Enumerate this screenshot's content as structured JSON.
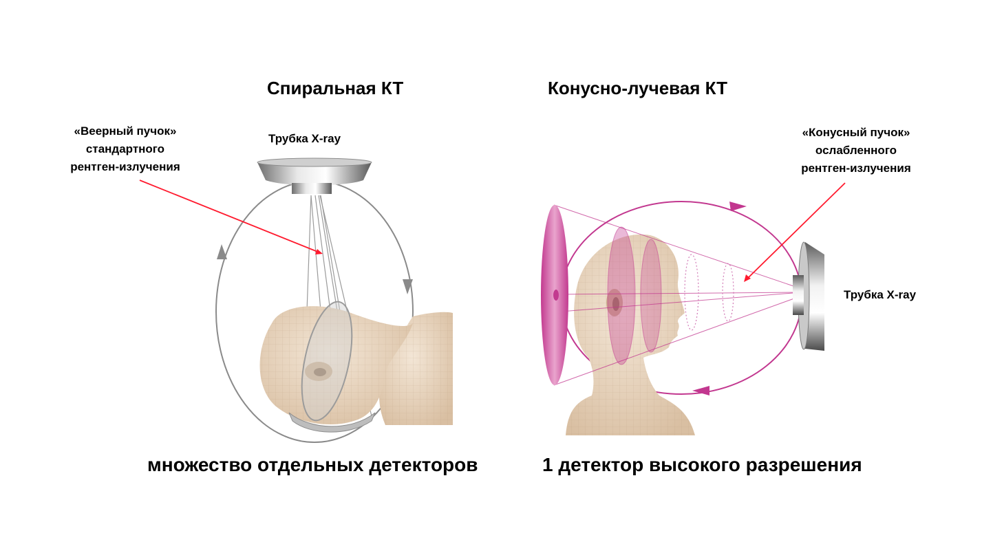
{
  "left": {
    "title": "Спиральная КТ",
    "tube_label": "Трубка X-ray",
    "beam_label": [
      "«Веерный пучок»",
      "стандартного",
      "рентген-излучения"
    ],
    "caption": "множество отдельных детекторов"
  },
  "right": {
    "title": "Конусно-лучевая КТ",
    "tube_label": "Трубка X-ray",
    "beam_label": [
      "«Конусный пучок»",
      "ослабленного",
      "рентген-излучения"
    ],
    "caption": "1 детектор высокого разрешения"
  },
  "colors": {
    "pointer_line": "#ff1a2e",
    "cone_magenta": "#c2378f",
    "orbit_gray": "#8a8a8a",
    "skin": "#ead8c2"
  }
}
